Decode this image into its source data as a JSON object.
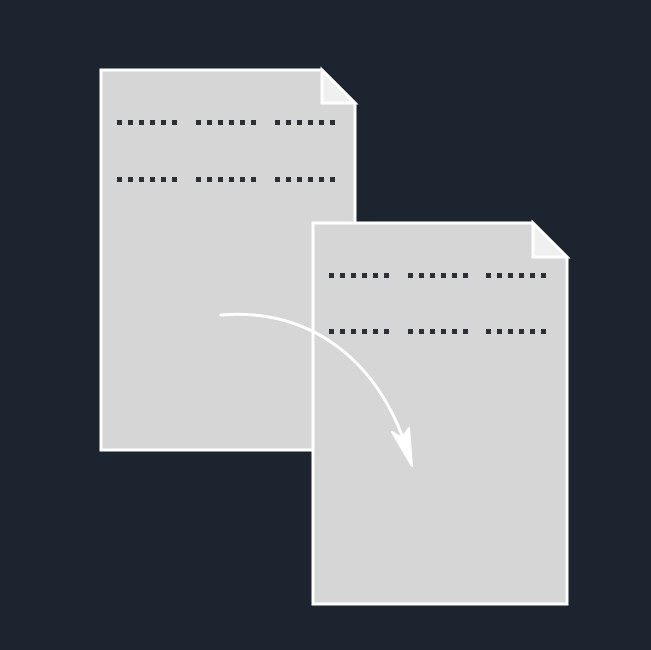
{
  "icon": {
    "name": "copy-document-icon",
    "colors": {
      "background": "#1c2430",
      "page_fill": "#d6d6d6",
      "outline": "#ffffff",
      "text_dots": "#2b2f36",
      "arrow": "#ffffff"
    }
  },
  "source_document": {
    "icon_name": "document-icon",
    "text_line_count": 2,
    "words_per_line": 3
  },
  "target_document": {
    "icon_name": "document-icon",
    "text_line_count": 2,
    "words_per_line": 3
  },
  "arrow": {
    "icon_name": "curved-arrow-icon",
    "direction": "source-to-target"
  }
}
